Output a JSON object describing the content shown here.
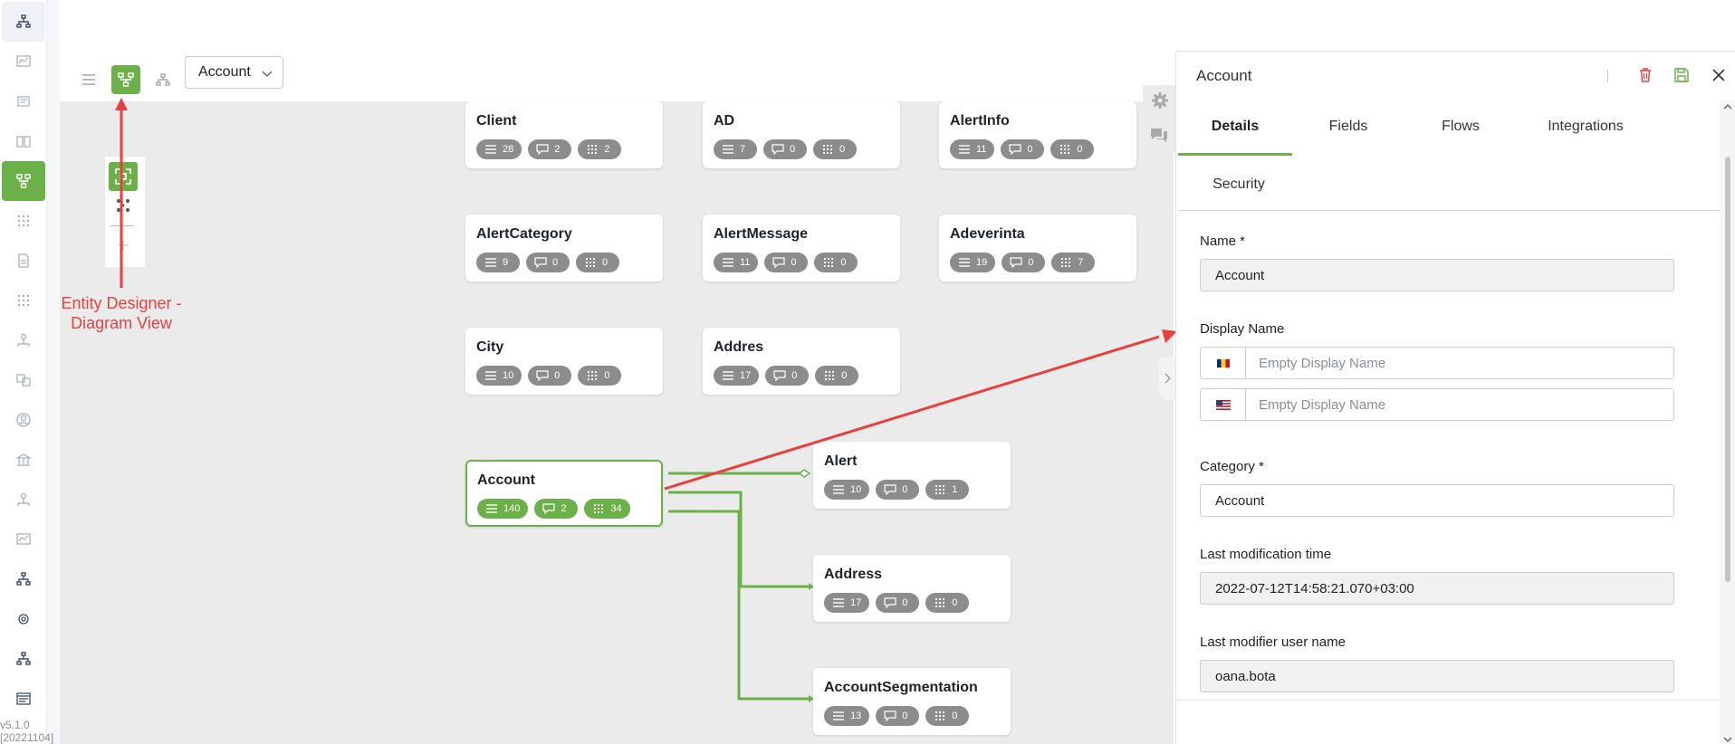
{
  "app": {
    "version_line1": "v5.1.0",
    "version_line2": "[20221104]"
  },
  "nav": {
    "items": [
      {
        "icon": "sitemap-icon"
      },
      {
        "icon": "chart-icon"
      },
      {
        "icon": "list-icon"
      },
      {
        "icon": "book-icon"
      },
      {
        "icon": "entity-designer-icon"
      },
      {
        "icon": "grid-icon"
      },
      {
        "icon": "document-icon"
      },
      {
        "icon": "grid-icon"
      },
      {
        "icon": "hierarchy-icon"
      },
      {
        "icon": "translate-icon"
      },
      {
        "icon": "user-icon"
      },
      {
        "icon": "bank-icon"
      },
      {
        "icon": "hierarchy-icon"
      },
      {
        "icon": "chart-icon"
      },
      {
        "icon": "sitemap-icon"
      },
      {
        "icon": "gear-icon"
      },
      {
        "icon": "sitemap-icon"
      },
      {
        "icon": "console-icon"
      }
    ],
    "active_index": 4
  },
  "toolbar": {
    "selected_entity": "Account"
  },
  "annotation": {
    "line1": "Entity Designer -",
    "line2": "Diagram View",
    "color": "#e8403f"
  },
  "diagram": {
    "entities": [
      {
        "name": "Client",
        "fields": "28",
        "comments": "2",
        "relations": "2"
      },
      {
        "name": "AD",
        "fields": "7",
        "comments": "0",
        "relations": "0"
      },
      {
        "name": "AlertInfo",
        "fields": "11",
        "comments": "0",
        "relations": "0"
      },
      {
        "name": "AlertCategory",
        "fields": "9",
        "comments": "0",
        "relations": "0"
      },
      {
        "name": "AlertMessage",
        "fields": "11",
        "comments": "0",
        "relations": "0"
      },
      {
        "name": "Adeverinta",
        "fields": "19",
        "comments": "0",
        "relations": "7"
      },
      {
        "name": "City",
        "fields": "10",
        "comments": "0",
        "relations": "0"
      },
      {
        "name": "Addres",
        "fields": "17",
        "comments": "0",
        "relations": "0"
      },
      {
        "name": "Account",
        "fields": "140",
        "comments": "2",
        "relations": "34",
        "selected": true
      },
      {
        "name": "Alert",
        "fields": "10",
        "comments": "0",
        "relations": "1"
      },
      {
        "name": "Address",
        "fields": "17",
        "comments": "0",
        "relations": "0"
      },
      {
        "name": "AccountSegmentation",
        "fields": "13",
        "comments": "0",
        "relations": "0"
      }
    ],
    "accent": "#6cb04a",
    "pill_color": "#8c8c8c"
  },
  "panel": {
    "title": "Account",
    "tabs": [
      "Details",
      "Fields",
      "Flows",
      "Integrations",
      "Security"
    ],
    "active_tab": "Details",
    "fields": {
      "name_label": "Name *",
      "name_value": "Account",
      "display_name_label": "Display Name",
      "display_name_placeholder_ro": "Empty Display Name",
      "display_name_placeholder_en": "Empty Display Name",
      "category_label": "Category *",
      "category_value": "Account",
      "last_mod_time_label": "Last modification time",
      "last_mod_time_value": "2022-07-12T14:58:21.070+03:00",
      "last_mod_user_label": "Last modifier user name",
      "last_mod_user_value": "oana.bota"
    }
  }
}
